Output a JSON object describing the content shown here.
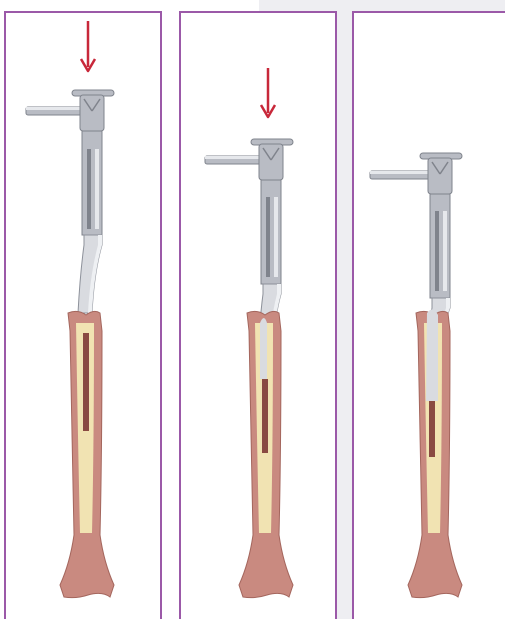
{
  "figure": {
    "panels": [
      {
        "id": "step-1",
        "arrow": true,
        "insertion_depth": 0.0
      },
      {
        "id": "step-2",
        "arrow": true,
        "insertion_depth": 0.5
      },
      {
        "id": "step-3",
        "arrow": false,
        "insertion_depth": 1.0
      }
    ]
  },
  "colors": {
    "frame": "#9b59a8",
    "arrow": "#c8283a",
    "instrument_body": "#b9bcc4",
    "instrument_light": "#e6e8ec",
    "instrument_dark": "#7f838c",
    "bone": "#c98a80",
    "bone_dark": "#a4665d",
    "marrow": "#f1e3b2",
    "canal": "#8a4a42",
    "background": "#eeeef2"
  }
}
